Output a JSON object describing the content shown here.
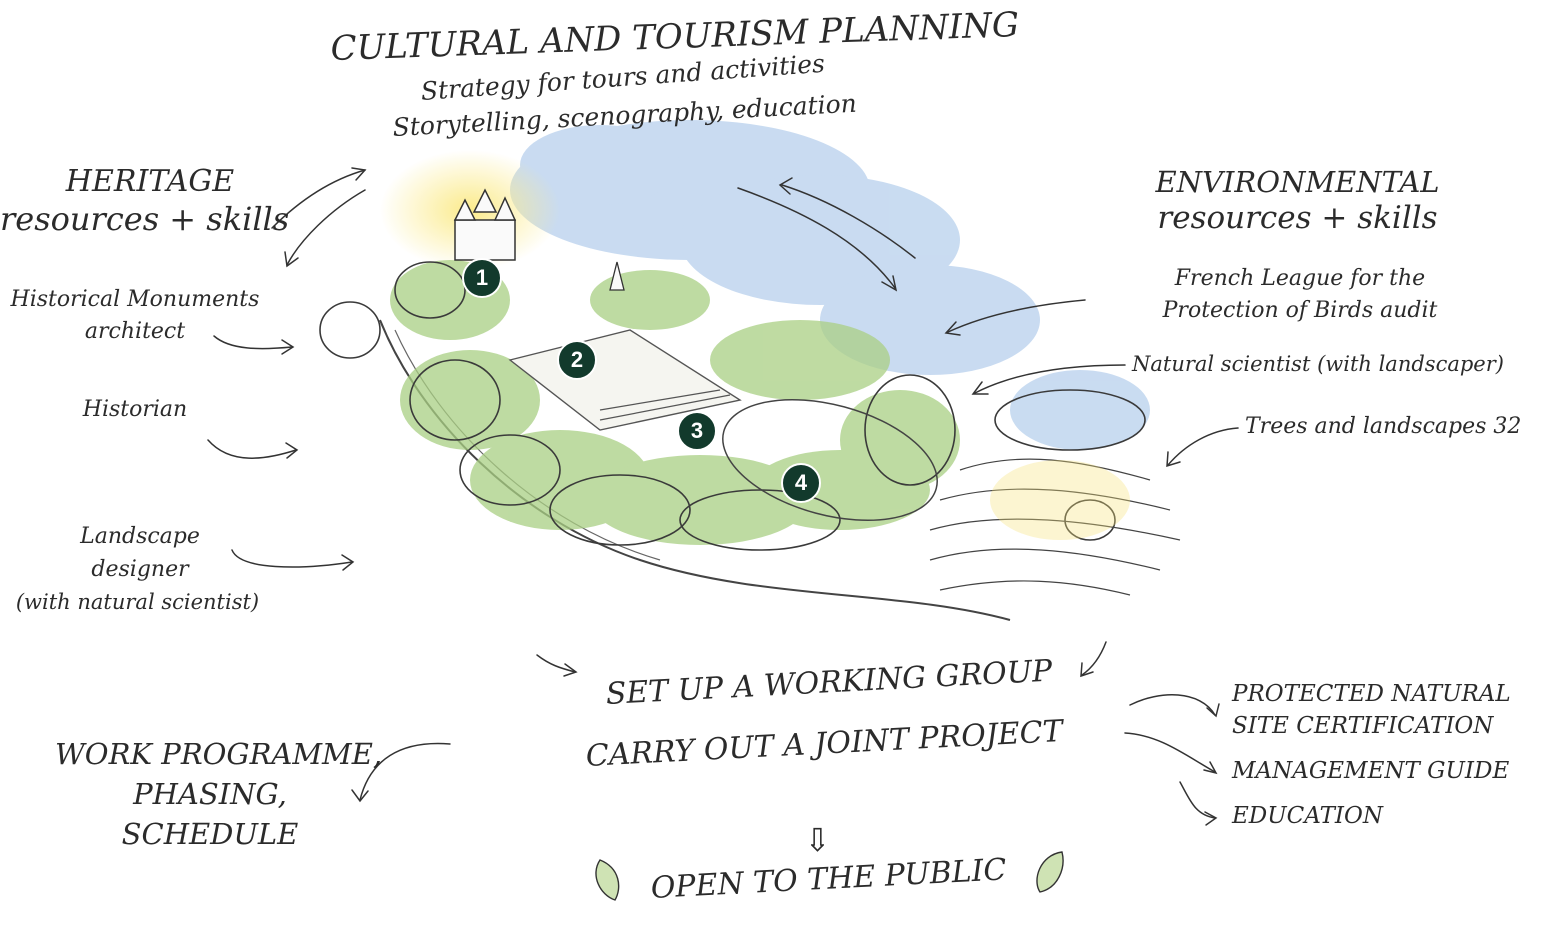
{
  "title": "CULTURAL AND TOURISM PLANNING",
  "subtitle_lines": [
    "Strategy for tours and activities",
    "Storytelling, scenography, education"
  ],
  "heritage": {
    "heading_lines": [
      "HERITAGE",
      "resources + skills"
    ],
    "items": [
      "Historical Monuments",
      "architect",
      "Historian",
      "Landscape",
      "designer",
      "(with natural scientist)"
    ]
  },
  "environmental": {
    "heading_lines": [
      "ENVIRONMENTAL",
      "resources + skills"
    ],
    "items": [
      "French League for the",
      "Protection of Birds audit",
      "Natural scientist (with landscaper)",
      "Trees and landscapes 32"
    ]
  },
  "markers": [
    "1",
    "2",
    "3",
    "4"
  ],
  "center": {
    "line1": "SET UP A WORKING GROUP",
    "line2": "CARRY OUT A JOINT PROJECT",
    "arrow_glyph": "⇩",
    "result": "OPEN TO THE PUBLIC"
  },
  "work_programme_lines": [
    "WORK PROGRAMME,",
    "PHASING,",
    "SCHEDULE"
  ],
  "outcomes": [
    "PROTECTED NATURAL",
    "SITE CERTIFICATION",
    "MANAGEMENT GUIDE",
    "EDUCATION"
  ],
  "colors": {
    "ink": "#2b2b2b",
    "marker": "#123a2c",
    "foliage": "#a9cf83",
    "sky": "#9dbfe6",
    "sun": "#f7e27a"
  }
}
